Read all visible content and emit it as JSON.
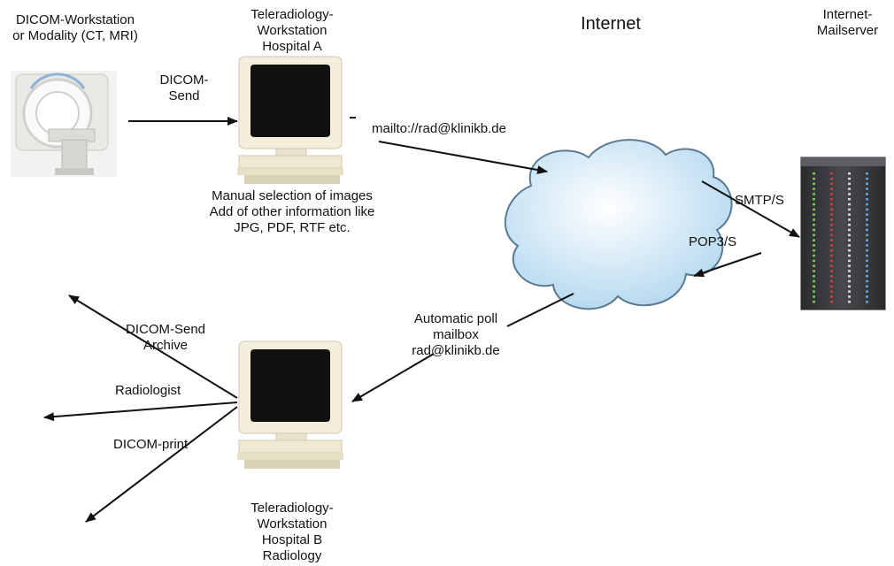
{
  "labels": {
    "modality": "DICOM-Workstation\nor Modality (CT, MRI)",
    "workstation_a": "Teleradiology-\nWorkstation\nHospital A",
    "internet": "Internet",
    "mailserver": "Internet-\nMailserver",
    "dicom_send": "DICOM-\nSend",
    "mailto": "mailto://rad@klinikb.de",
    "manual_selection": "Manual selection of images\nAdd of other information like\nJPG, PDF, RTF etc.",
    "smtp": "SMTP/S",
    "pop3": "POP3/S",
    "auto_poll": "Automatic poll\nmailbox\nrad@klinikb.de",
    "dicom_send_archive": "DICOM-Send\nArchive",
    "radiologist": "Radiologist",
    "dicom_print": "DICOM-print",
    "workstation_b": "Teleradiology-\nWorkstation\nHospital B\nRadiology"
  },
  "colors": {
    "cloud_fill": "#c9e4f5",
    "cloud_stroke": "#5a7a92",
    "server_body": "#3a3c3e",
    "monitor_bezel": "#f3efdc",
    "screen": "#111111"
  }
}
